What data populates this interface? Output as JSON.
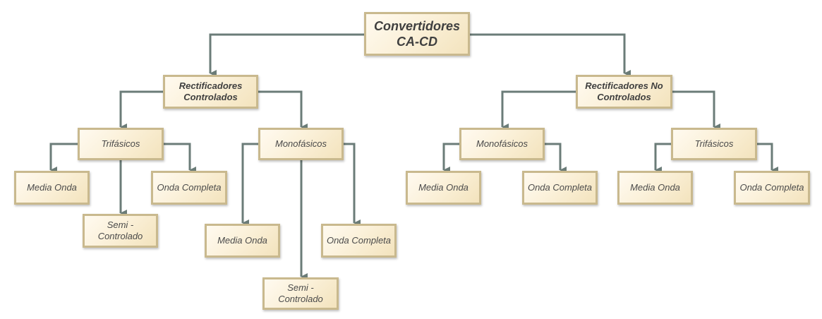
{
  "root": {
    "label": "Convertidores\nCA-CD"
  },
  "controlled": {
    "label": "Rectificadores\nControlados",
    "three_phase": {
      "label": "Trifásicos",
      "half_wave": "Media Onda",
      "semi_controlled": "Semi -\nControlado",
      "full_wave": "Onda Completa"
    },
    "single_phase": {
      "label": "Monofásicos",
      "half_wave": "Media Onda",
      "semi_controlled": "Semi -\nControlado",
      "full_wave": "Onda Completa"
    }
  },
  "uncontrolled": {
    "label": "Rectificadores No\nControlados",
    "single_phase": {
      "label": "Monofásicos",
      "half_wave": "Media Onda",
      "full_wave": "Onda Completa"
    },
    "three_phase": {
      "label": "Trifásicos",
      "half_wave": "Media Onda",
      "full_wave": "Onda Completa"
    }
  },
  "colors": {
    "connector": "#6b7c78",
    "node_border": "#c9b98e",
    "node_fill": "#fbf1da",
    "text": "#4a4a4a"
  }
}
